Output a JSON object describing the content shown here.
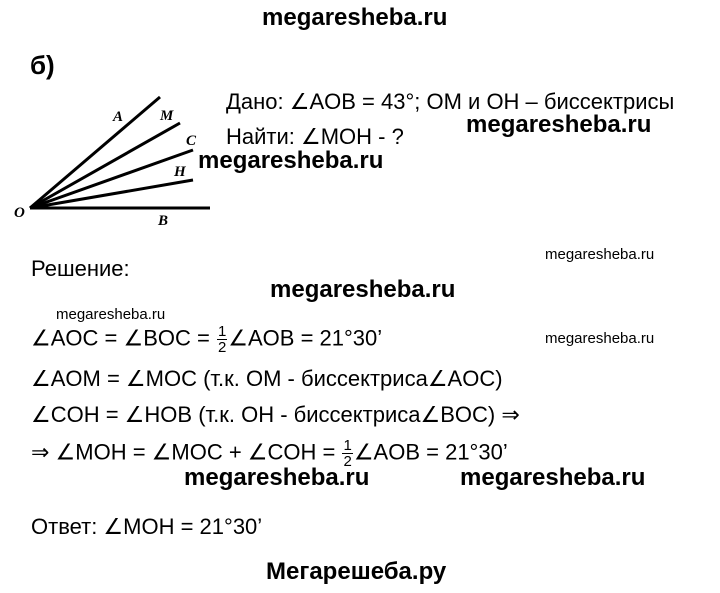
{
  "watermarks": {
    "top": "megaresheba.ru",
    "given_line": "megaresheba.ru",
    "diagram": "megaresheba.ru",
    "right_small_1": "megaresheba.ru",
    "solution_center": "megaresheba.ru",
    "left_small": "megaresheba.ru",
    "right_small_2": "megaresheba.ru",
    "bottom_left": "megaresheba.ru",
    "bottom_right": "megaresheba.ru",
    "footer": "Мегарешеба.ру"
  },
  "part_label": "б)",
  "diagram": {
    "labels": {
      "O": "O",
      "A": "A",
      "M": "M",
      "C": "C",
      "H": "H",
      "B": "B"
    }
  },
  "given": {
    "line1": "Дано: ∠AOB = 43°; OM и OH – биссектрисы",
    "line2": "Найти: ∠MOH - ?"
  },
  "solution": {
    "heading": "Решение:",
    "line1_a": "∠AOC = ∠BOC = ",
    "line1_b": "∠AOB = 21°30’",
    "line2": "∠AOM = ∠MOC (т.к. OM - биссектриса∠AOC)",
    "line3": "∠COH = ∠HOB (т.к. OH - биссектриса∠BOC) ⇒",
    "line4_a": "⇒ ∠MOH = ∠MOC + ∠COH = ",
    "line4_b": "∠AOB = 21°30’",
    "fraction": {
      "numerator": "1",
      "denominator": "2"
    }
  },
  "answer": "Ответ: ∠MOH = 21°30’"
}
